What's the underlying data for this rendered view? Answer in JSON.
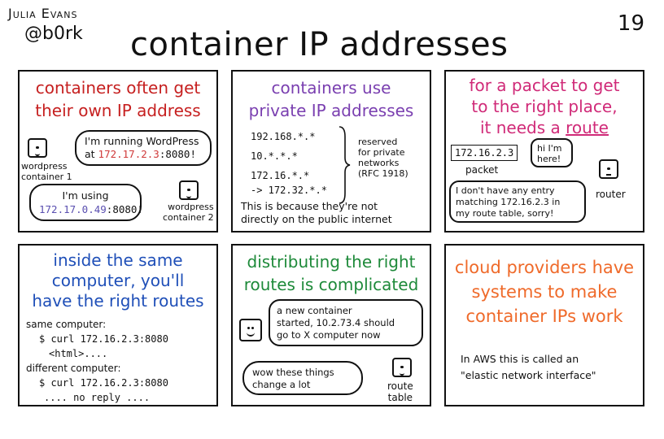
{
  "header": {
    "author": "Julia Evans",
    "handle": "@b0rk",
    "title": "container IP addresses",
    "page_number": "19"
  },
  "panels": {
    "p1": {
      "title_lines": [
        "containers often get",
        "their own IP address"
      ],
      "bubble1_prefix": "I'm running WordPress",
      "bubble1_at": "at ",
      "bubble1_ip": "172.17.2.3",
      "bubble1_port": ":8080!",
      "container1_label": [
        "wordpress",
        "container 1"
      ],
      "bubble2_prefix": "I'm using",
      "bubble2_ip": "172.17.0.49",
      "bubble2_port": ":8080!",
      "container2_label": [
        "wordpress",
        "container 2"
      ]
    },
    "p2": {
      "title_lines": [
        "containers use",
        "private IP addresses"
      ],
      "ranges": [
        "192.168.*.*",
        "10.*.*.*",
        "172.16.*.*",
        "-> 172.32.*.*"
      ],
      "note_lines": [
        "reserved",
        "for private",
        "networks",
        "(RFC 1918)"
      ],
      "footer_lines": [
        "This is because they're not",
        "directly on the public internet"
      ]
    },
    "p3": {
      "title_line1": "for a packet to get",
      "title_line2": "to the right place,",
      "title_line3_prefix": "it needs a ",
      "title_line3_route": "route",
      "packet_ip": "172.16.2.3",
      "packet_label": "packet",
      "packet_bubble_lines": [
        "hi I'm",
        "here!"
      ],
      "router_bubble_lines": [
        "I don't have any entry",
        "matching 172.16.2.3 in",
        "my route table, sorry!"
      ],
      "router_label": "router"
    },
    "p4": {
      "title_lines": [
        "inside the same",
        "computer, you'll",
        "have the right routes"
      ],
      "same_label": "same computer:",
      "same_cmd": "$ curl 172.16.2.3:8080",
      "same_out": "<html>....",
      "diff_label": "different computer:",
      "diff_cmd": "$ curl 172.16.2.3:8080",
      "diff_out": ".... no reply ...."
    },
    "p5": {
      "title_lines": [
        "distributing the right",
        "routes is complicated"
      ],
      "bubble1_lines": [
        "a new container",
        "started, 10.2.73.4 should",
        "go to X computer now"
      ],
      "bubble2_lines": [
        "wow these things",
        "change a lot"
      ],
      "table_label": [
        "route",
        "table"
      ]
    },
    "p6": {
      "title_lines": [
        "cloud providers have",
        "systems to make",
        "container IPs work"
      ],
      "body_lines": [
        "In AWS this is called an",
        "\"elastic network interface\""
      ]
    }
  },
  "colors": {
    "red": "#c62020",
    "purple": "#7a3fb0",
    "magenta": "#d02a78",
    "blue": "#1f4fb8",
    "green": "#1e8a3a",
    "orange": "#ef6a2a",
    "ip_red": "#d03a3a",
    "ip_purple": "#5a4fb0"
  }
}
